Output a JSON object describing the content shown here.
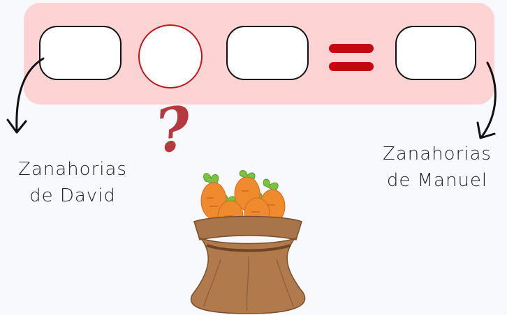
{
  "equation": {
    "operator_symbol": "?",
    "equals_color": "#c3080f"
  },
  "labels": {
    "david_line1": "Zanahorias",
    "david_line2": "de David",
    "manuel_line1": "Zanahorias",
    "manuel_line2": "de Manuel"
  },
  "colors": {
    "band": "#fdd3d4",
    "circle_border": "#c0161a",
    "question_mark": "#b43a3f"
  },
  "image": {
    "icon": "carrot-sack-icon"
  }
}
